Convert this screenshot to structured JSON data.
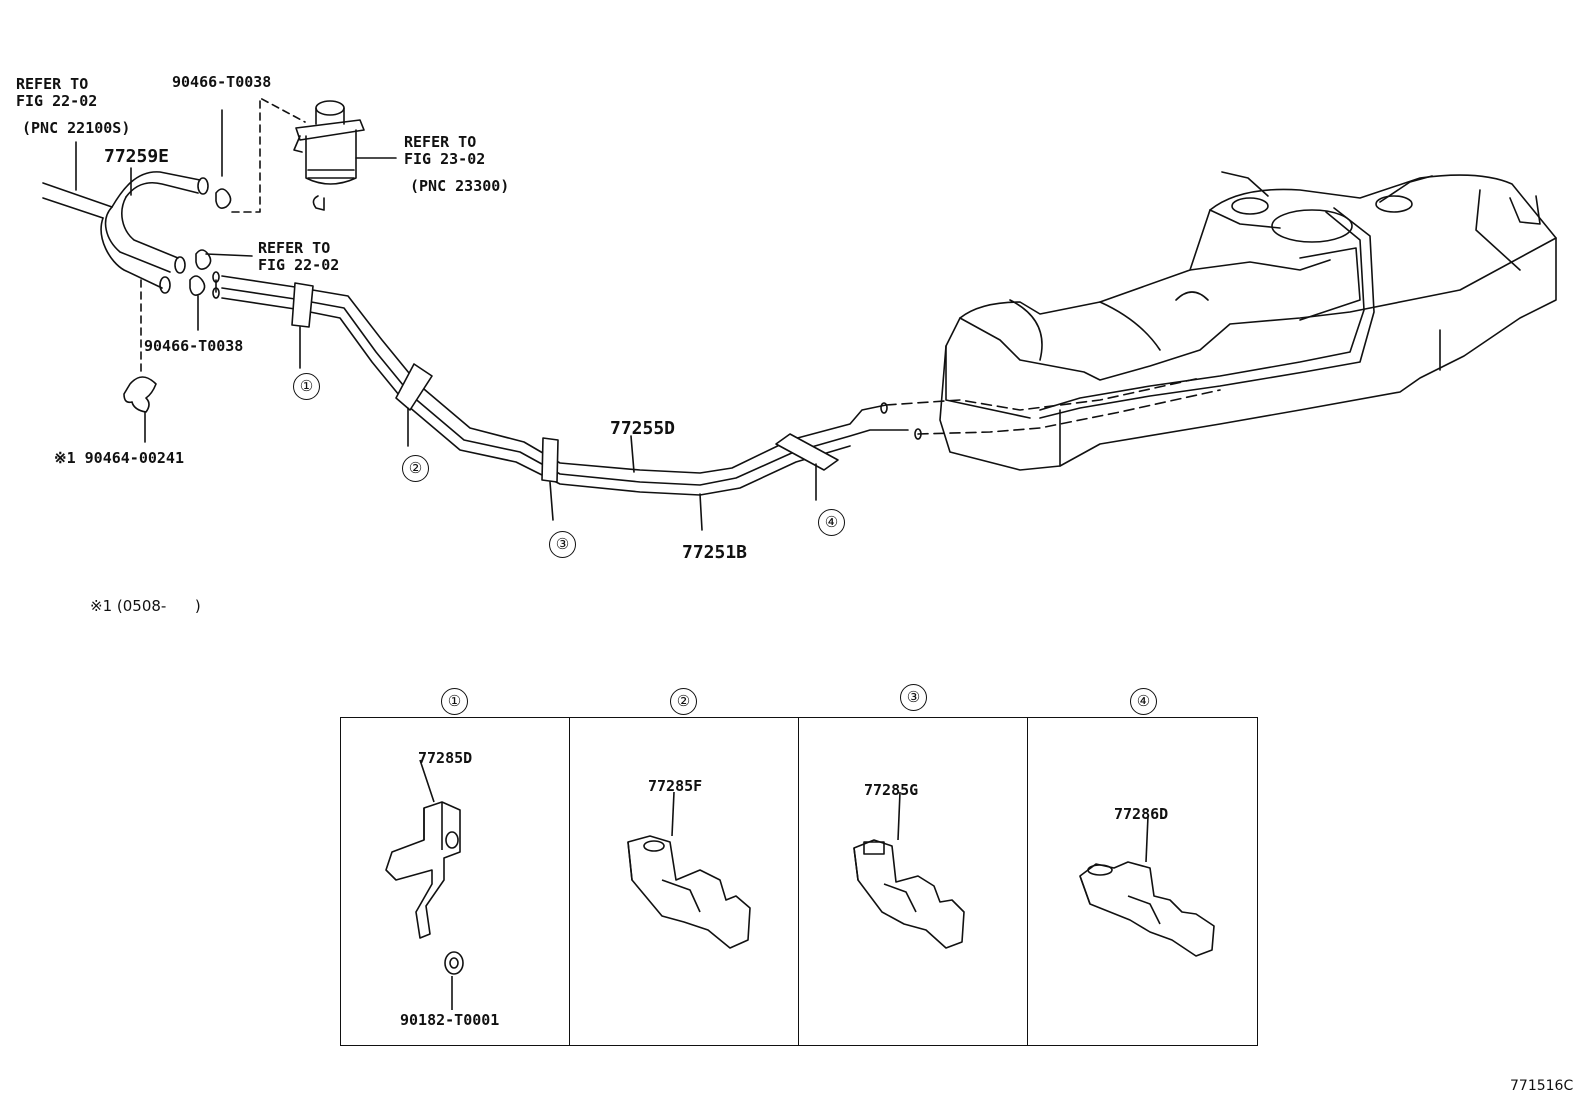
{
  "diagram": {
    "top_labels": {
      "refer_22_02_a": "REFER TO\nFIG 22-02",
      "pnc_22100s": "(PNC 22100S)",
      "part_77259e": "77259E",
      "part_90466_top": "90466-T0038",
      "refer_23_02": "REFER TO\nFIG 23-02",
      "pnc_23300": "(PNC 23300)",
      "refer_22_02_b": "REFER TO\nFIG 22-02",
      "part_90466_mid": "90466-T0038",
      "part_90464": "※1 90464-00241",
      "part_77255d": "77255D",
      "part_77251b": "77251B"
    },
    "callouts": [
      "①",
      "②",
      "③",
      "④"
    ],
    "footnote": "※1 (0508-      )",
    "panels": [
      {
        "number": "①",
        "part": "77285D",
        "sub_part": "90182-T0001"
      },
      {
        "number": "②",
        "part": "77285F"
      },
      {
        "number": "③",
        "part": "77285G"
      },
      {
        "number": "④",
        "part": "77286D"
      }
    ],
    "figure_id": "771516C"
  }
}
